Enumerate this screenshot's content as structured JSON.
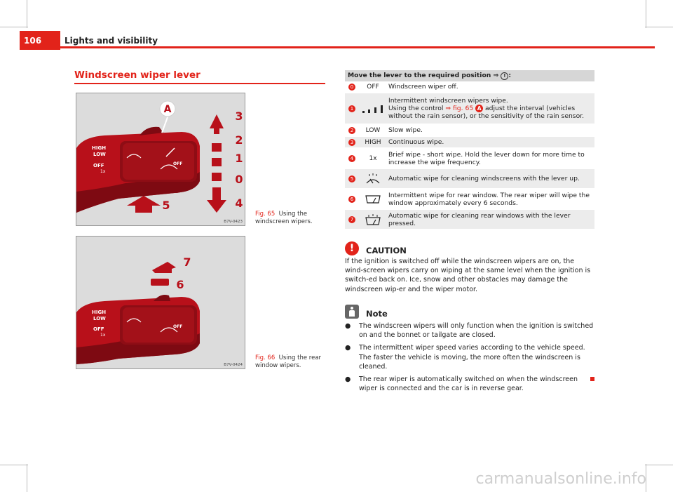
{
  "header": {
    "page_number": "106",
    "chapter_title": "Lights and visibility"
  },
  "section": {
    "title": "Windscreen wiper lever"
  },
  "figures": [
    {
      "code": "B7V-0423",
      "caption_prefix": "Fig. 65",
      "caption_text": "Using the windscreen wipers.",
      "callouts": [
        "A",
        "3",
        "2",
        "1",
        "0",
        "5",
        "4"
      ],
      "lever_labels": [
        "HIGH",
        "LOW",
        "OFF",
        "1x",
        "OFF"
      ]
    },
    {
      "code": "B7V-0424",
      "caption_prefix": "Fig. 66",
      "caption_text": "Using the rear window wipers.",
      "callouts": [
        "7",
        "6"
      ],
      "lever_labels": [
        "HIGH",
        "LOW",
        "OFF",
        "1x",
        "OFF"
      ]
    }
  ],
  "table": {
    "header_text": "Move the lever to the required position ⇒",
    "header_suffix": ":",
    "rows": [
      {
        "num": "0",
        "symbol": "OFF",
        "desc": "Windscreen wiper off."
      },
      {
        "num": "1",
        "symbol": "intermittent-bars-icon",
        "desc_line1": "Intermittent windscreen wipers wipe.",
        "desc_pre": "Using the control ",
        "desc_ref": "⇒ fig. 65",
        "desc_letter": "A",
        "desc_post": " adjust the interval (vehicles without the rain sensor), or the sensitivity of the rain sensor."
      },
      {
        "num": "2",
        "symbol": "LOW",
        "desc": "Slow wipe."
      },
      {
        "num": "3",
        "symbol": "HIGH",
        "desc": "Continuous wipe."
      },
      {
        "num": "4",
        "symbol": "1x",
        "desc": "Brief wipe - short wipe. Hold the lever down for more time to increase the wipe frequency."
      },
      {
        "num": "5",
        "symbol": "wash-wipe-front-icon",
        "desc": "Automatic wipe for cleaning windscreens with the lever up."
      },
      {
        "num": "6",
        "symbol": "rear-wiper-icon",
        "desc": "Intermittent wipe for rear window. The rear wiper will wipe the window approximately every 6 seconds."
      },
      {
        "num": "7",
        "symbol": "wash-wipe-rear-icon",
        "desc": "Automatic wipe for cleaning rear windows with the lever pressed."
      }
    ]
  },
  "caution": {
    "title": "CAUTION",
    "text": "If the ignition is switched off while the windscreen wipers are on, the wind-screen wipers carry on wiping at the same level when the ignition is switch-ed back on. Ice, snow and other obstacles may damage the windscreen wip-er and the wiper motor."
  },
  "note": {
    "title": "Note",
    "bullet_symbol": "●",
    "items": [
      "The windscreen wipers will only function when the ignition is switched on and the bonnet or tailgate are closed.",
      "The intermittent wiper speed varies according to the vehicle speed. The faster the vehicle is moving, the more often the windscreen is cleaned.",
      "The rear wiper is automatically switched on when the windscreen wiper is connected and the car is in reverse gear."
    ]
  },
  "watermark": "carmanualsonline.info",
  "colors": {
    "accent": "#e2231a",
    "table_header": "#d6d6d6",
    "table_shade": "#ececec"
  }
}
